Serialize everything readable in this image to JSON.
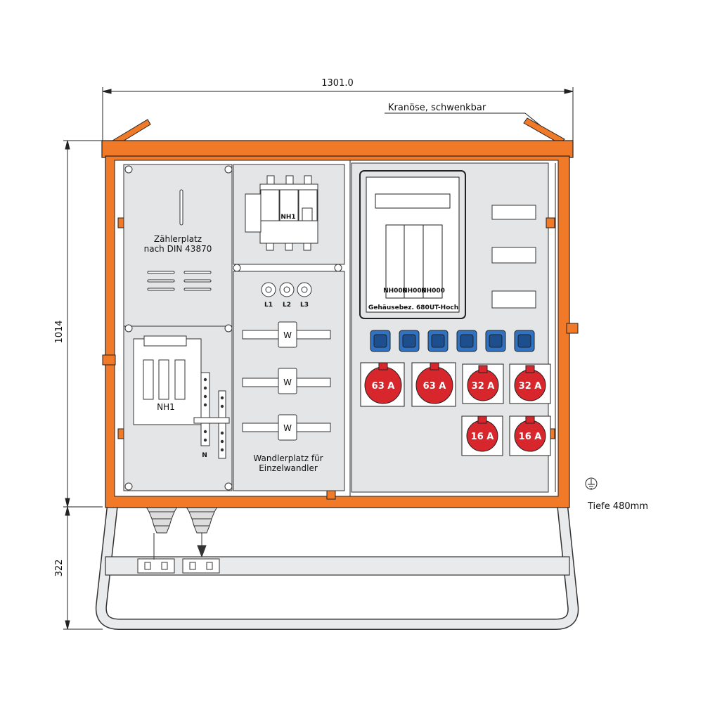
{
  "dimensions": {
    "width": "1301.0",
    "height_housing": "1014",
    "height_frame": "322",
    "depth": "Tiefe 480mm"
  },
  "labels": {
    "crane_eye": "Kranöse, schwenkbar",
    "meter_place_line1": "Zählerplatz",
    "meter_place_line2": "nach DIN 43870",
    "main_switch": "NH1",
    "top_fuse": "NH1",
    "neutral": "N",
    "phase_fuses": [
      "L1",
      "L2",
      "L3"
    ],
    "transformer": "W",
    "transformer_place_line1": "Wandlerplatz für",
    "transformer_place_line2": "Einzelwandler",
    "nh_fuses": [
      "NH000",
      "NH000",
      "NH000"
    ],
    "housing_note": "Gehäusebez. 680UT-Hoch"
  },
  "sockets": {
    "cee_large": [
      "63 A",
      "63 A"
    ],
    "cee_mid": [
      "32 A",
      "32 A"
    ],
    "cee_small": [
      "16 A",
      "16 A"
    ],
    "schuko_count": 6
  },
  "colors": {
    "frame_orange": "#F07A28",
    "panel_grey": "#E3E5E7",
    "cee_red": "#D8262D",
    "schuko_blue": "#2F72C4",
    "line": "#222222"
  }
}
